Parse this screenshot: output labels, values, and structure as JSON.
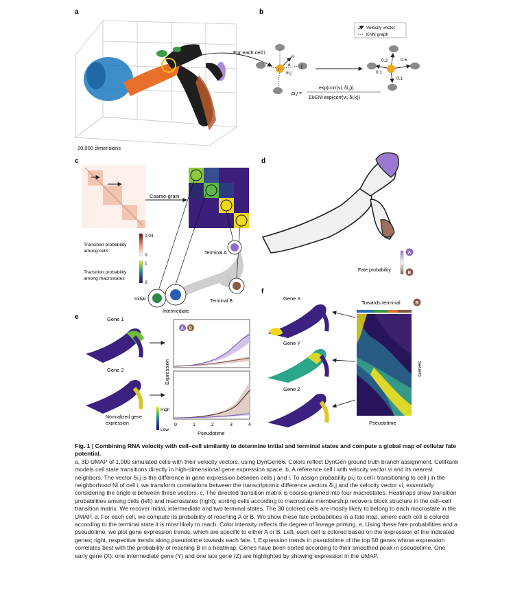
{
  "panels": {
    "a": {
      "letter": "a",
      "dims_label": "20,000 dimensions"
    },
    "b": {
      "letter": "b",
      "for_each_cell": "For each cell i",
      "legend_velocity": "Velocity vector",
      "legend_knn": "KNN graph",
      "node_i": "i",
      "node_j": "j",
      "v_label": "vi",
      "alpha": "α",
      "delta": "δi,j",
      "formula_lhs": "pi,j =",
      "formula_num": "exp(corr(vi, δi,j))",
      "formula_den": "Σk∈Ni exp(corr(vi, δi,k))",
      "probs": [
        "0.3",
        "0.5",
        "0.1",
        "0.1"
      ]
    },
    "c": {
      "letter": "c",
      "coarse_grain": "Coarse-grain",
      "cbar1_label": "Transition probability among cells",
      "cbar1_max": "0.04",
      "cbar1_min": "0",
      "cbar2_label": "Transition probability among macrostates",
      "cbar2_max": "1",
      "cbar2_min": "0",
      "terminal_a": "Terminal A",
      "terminal_b": "Terminal B",
      "initial": "Initial",
      "intermediate": "Intermediate"
    },
    "d": {
      "letter": "d",
      "fate_prob": "Fate probability",
      "badge_a": "A",
      "badge_b": "B"
    },
    "e": {
      "letter": "e",
      "gene1": "Gene 1",
      "gene2": "Gene 2",
      "norm_label": "Normalized gene expression",
      "high": "High",
      "low": "Low",
      "y_label": "Expression",
      "x_label": "Pseudotime",
      "x_ticks": [
        "0",
        "1",
        "2",
        "3",
        "4"
      ],
      "badge_a": "A",
      "badge_b": "B"
    },
    "f": {
      "letter": "f",
      "gene_x": "Gene X",
      "gene_y": "Gene Y",
      "gene_z": "Gene Z",
      "towards": "Towards terminal",
      "badge_b": "B",
      "genes": "Genes",
      "pseudotime": "Pseudotime"
    }
  },
  "colors": {
    "purple": "#7b5bb5",
    "brown": "#8a5a48",
    "teal": "#2b9e8a",
    "yellow": "#f2d21a",
    "heat": "#e9b29b"
  },
  "caption": {
    "title": "Fig. 1 | Combining RNA velocity with cell–cell similarity to determine initial and terminal states and compute a global map of cellular fate potential.",
    "body": "a, 3D UMAP of 1,000 simulated cells with their velocity vectors, using DynGen66. Colors reflect DynGen ground truth branch assignment. CellRank models cell state transitions directly in high-dimensional gene expression space. b, A reference cell i with velocity vector vi and its nearest neighbors. The vector δi,j is the difference in gene expression between cells j and i. To assign probability pi,j to cell i transitioning to cell j in the neighborhood Ni of cell i, we transform correlations between the transcriptomic difference vectors δi,j and the velocity vector vi, essentially considering the angle α between these vectors. c, The directed transition matrix is coarse-grained into four macrostates. Heatmaps show transition probabilities among cells (left) and macrostates (right); sorting cells according to macrostate membership recovers block structure in the cell–cell transition matrix. We recover initial, intermediate and two terminal states. The 30 colored cells are mostly likely to belong to each macrostate in the UMAP. d, For each cell, we compute its probability of reaching A or B. We show these fate probabilities in a fate map, where each cell is colored according to the terminal state it is most likely to reach. Color intensity reflects the degree of lineage priming. e, Using these fate probabilities and a pseudotime, we plot gene expression trends, which are specific to either A or B. Left, each cell is colored based on the expression of the indicated genes; right, respective trends along pseudotime towards each fate. f, Expression trends in pseudotime of the top 50 genes whose expression correlates best with the probability of reaching B in a heatmap. Genes have been sorted according to their smoothed peak in pseudotime. One early gene (X), one intermediate gene (Y) and one late gene (Z) are highlighted by showing expression in the UMAP."
  }
}
